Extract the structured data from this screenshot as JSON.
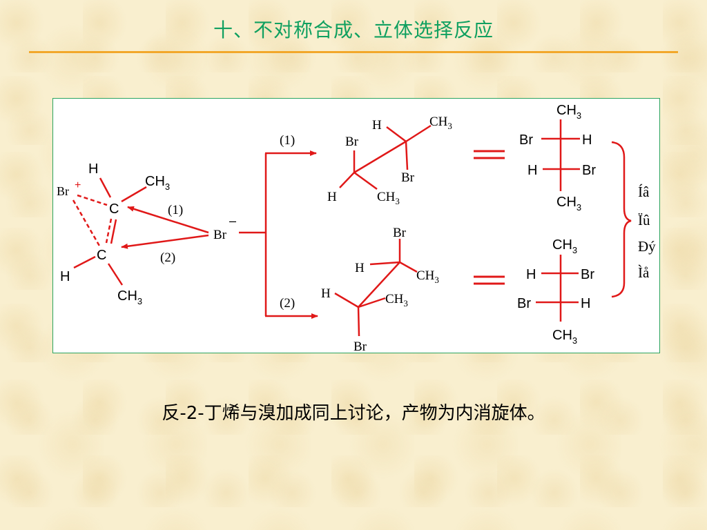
{
  "slide": {
    "title": "十、不对称合成、立体选择反应",
    "bottom_text": "反-2-丁烯与溴加成同上讨论，产物为内消旋体。"
  },
  "colors": {
    "title": "#10a060",
    "rule": "#f2a72a",
    "frame": "#2aa35e",
    "bond": "#e01818",
    "background": "#f9efcf"
  },
  "intermediate": {
    "h_top": "H",
    "ch3_top": "CH",
    "ch3_top_sub": "3",
    "br": "Br",
    "plus": "+",
    "c_top": "C",
    "c_bottom": "C",
    "h_bottom": "H",
    "ch3_bottom": "CH",
    "ch3_bottom_sub": "3"
  },
  "attack": {
    "label_1": "(1)",
    "label_2": "(2)",
    "bromide": "Br",
    "minus": "–"
  },
  "branch": {
    "label_1": "(1)",
    "label_2": "(2)"
  },
  "product1_sawhorse": {
    "h_top": "H",
    "ch3_top": "CH",
    "ch3_top_sub": "3",
    "br_left": "Br",
    "br_right": "Br",
    "h_bottom": "H",
    "ch3_bottom": "CH",
    "ch3_bottom_sub": "3"
  },
  "product2_sawhorse": {
    "br_top": "Br",
    "h_top": "H",
    "ch3_top": "CH",
    "ch3_top_sub": "3",
    "h_left": "H",
    "ch3_mid": "CH",
    "ch3_mid_sub": "3",
    "br_bottom": "Br"
  },
  "fischer1": {
    "top": "CH",
    "top_sub": "3",
    "row1_left": "Br",
    "row1_right": "H",
    "row2_left": "H",
    "row2_right": "Br",
    "bottom": "CH",
    "bottom_sub": "3"
  },
  "fischer2": {
    "top": "CH",
    "top_sub": "3",
    "row1_left": "H",
    "row1_right": "Br",
    "row2_left": "Br",
    "row2_right": "H",
    "bottom": "CH",
    "bottom_sub": "3"
  },
  "garbled_label": [
    "Íâ",
    "Ïû",
    "Ðý",
    "Ìå"
  ]
}
